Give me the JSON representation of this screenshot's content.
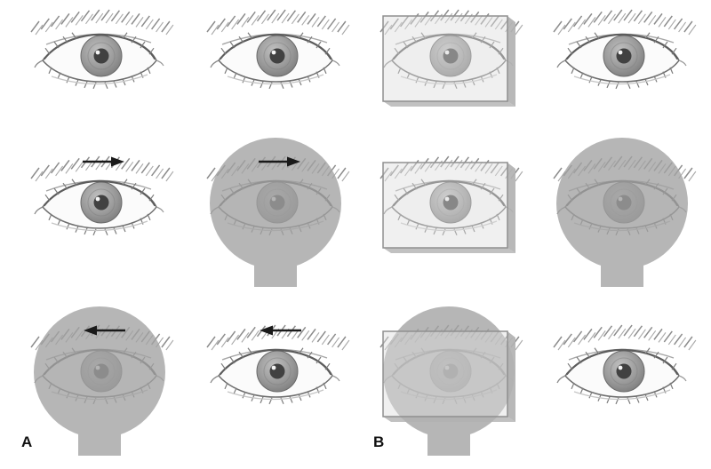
{
  "labels": {
    "panel_a": "A",
    "panel_b": "B"
  },
  "colors": {
    "background": "#ffffff",
    "occluder": "#a2a2a2",
    "prism_face": "#dedede",
    "prism_edge": "#b2b2b2",
    "arrow": "#1a1a1a",
    "iris_inner": "#c0c0c0",
    "iris_outer": "#7a7a7a",
    "pupil": "#414141",
    "line": "#6e6e6e",
    "label": "#111111"
  },
  "grid": {
    "cols": [
      112,
      310,
      505,
      700
    ],
    "rows": [
      70,
      235,
      425
    ]
  },
  "cells": [
    {
      "name": "panel-a-row1-eye-left",
      "panel": "A",
      "col": 0,
      "row": 0,
      "overlays": [],
      "arrow": null
    },
    {
      "name": "panel-a-row1-eye-right",
      "panel": "A",
      "col": 1,
      "row": 0,
      "overlays": [],
      "arrow": null
    },
    {
      "name": "panel-b-row1-eye-left",
      "panel": "B",
      "col": 2,
      "row": 0,
      "overlays": [
        "prism"
      ],
      "arrow": null
    },
    {
      "name": "panel-b-row1-eye-right",
      "panel": "B",
      "col": 3,
      "row": 0,
      "overlays": [],
      "arrow": null
    },
    {
      "name": "panel-a-row2-eye-left",
      "panel": "A",
      "col": 0,
      "row": 1,
      "overlays": [],
      "arrow": "right"
    },
    {
      "name": "panel-a-row2-eye-right",
      "panel": "A",
      "col": 1,
      "row": 1,
      "overlays": [
        "occluder"
      ],
      "arrow": "right"
    },
    {
      "name": "panel-b-row2-eye-left",
      "panel": "B",
      "col": 2,
      "row": 1,
      "overlays": [
        "prism"
      ],
      "arrow": null
    },
    {
      "name": "panel-b-row2-eye-right",
      "panel": "B",
      "col": 3,
      "row": 1,
      "overlays": [
        "occluder"
      ],
      "arrow": null
    },
    {
      "name": "panel-a-row3-eye-left",
      "panel": "A",
      "col": 0,
      "row": 2,
      "overlays": [
        "occluder"
      ],
      "arrow": "left"
    },
    {
      "name": "panel-a-row3-eye-right",
      "panel": "A",
      "col": 1,
      "row": 2,
      "overlays": [],
      "arrow": "left"
    },
    {
      "name": "panel-b-row3-eye-left",
      "panel": "B",
      "col": 2,
      "row": 2,
      "overlays": [
        "occluder",
        "prism"
      ],
      "arrow": null
    },
    {
      "name": "panel-b-row3-eye-right",
      "panel": "B",
      "col": 3,
      "row": 2,
      "overlays": [],
      "arrow": null
    }
  ]
}
